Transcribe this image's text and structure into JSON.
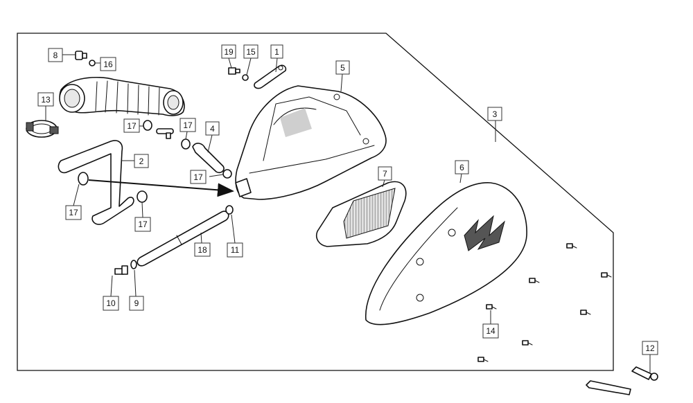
{
  "callouts": {
    "c1": "1",
    "c2": "2",
    "c3": "3",
    "c4": "4",
    "c5": "5",
    "c6": "6",
    "c7": "7",
    "c8": "8",
    "c9": "9",
    "c10": "10",
    "c11": "11",
    "c12": "12",
    "c13": "13",
    "c14": "14",
    "c15": "15",
    "c16": "16",
    "c17a": "17",
    "c17b": "17",
    "c17c": "17",
    "c17d": "17",
    "c17e": "17",
    "c18": "18",
    "c19": "19"
  },
  "icons": {
    "arrow": "arrow-right-icon"
  }
}
